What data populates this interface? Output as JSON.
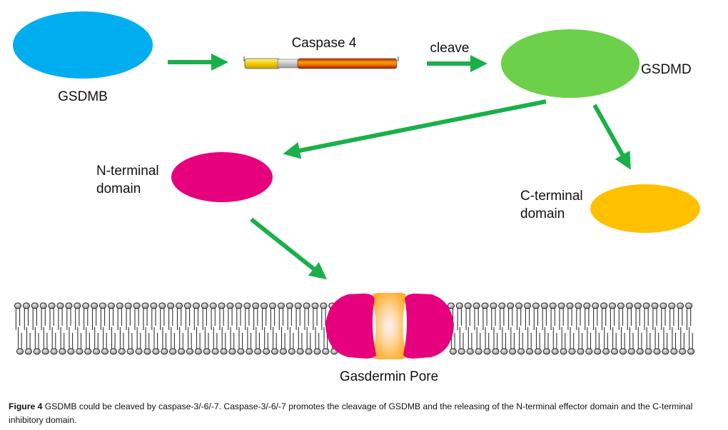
{
  "nodes": {
    "gsdmb": {
      "label": "GSDMB",
      "color": "#00aeef"
    },
    "caspase": {
      "label": "Caspase 4",
      "segments": {
        "prodomain": "#f5d000",
        "linker": "#c8c8c8",
        "catalytic": "#e83a10"
      }
    },
    "gsdmd": {
      "label": "GSDMD",
      "color": "#6cd04a"
    },
    "n_terminal": {
      "label_line1": "N-terminal",
      "label_line2": "domain",
      "color": "#e6007e"
    },
    "c_terminal": {
      "label_line1": "C-terminal",
      "label_line2": "domain",
      "color": "#ffc000"
    },
    "pore": {
      "label": "Gasdermin Pore",
      "subunit_color": "#e6007e",
      "channel_color": "#ffb84d"
    }
  },
  "edges": {
    "color": "#19b04a",
    "cleave_label": "cleave"
  },
  "membrane": {
    "head_color": "#b5b5b5",
    "tail_color": "#333333"
  },
  "caption": {
    "figure_label": "Figure 4",
    "text": " GSDMB could be cleaved by caspase-3/-6/-7. Caspase-3/-6/-7 promotes the cleavage of GSDMB and the releasing of the N-terminal effector domain and the C-terminal inhibitory domain."
  }
}
